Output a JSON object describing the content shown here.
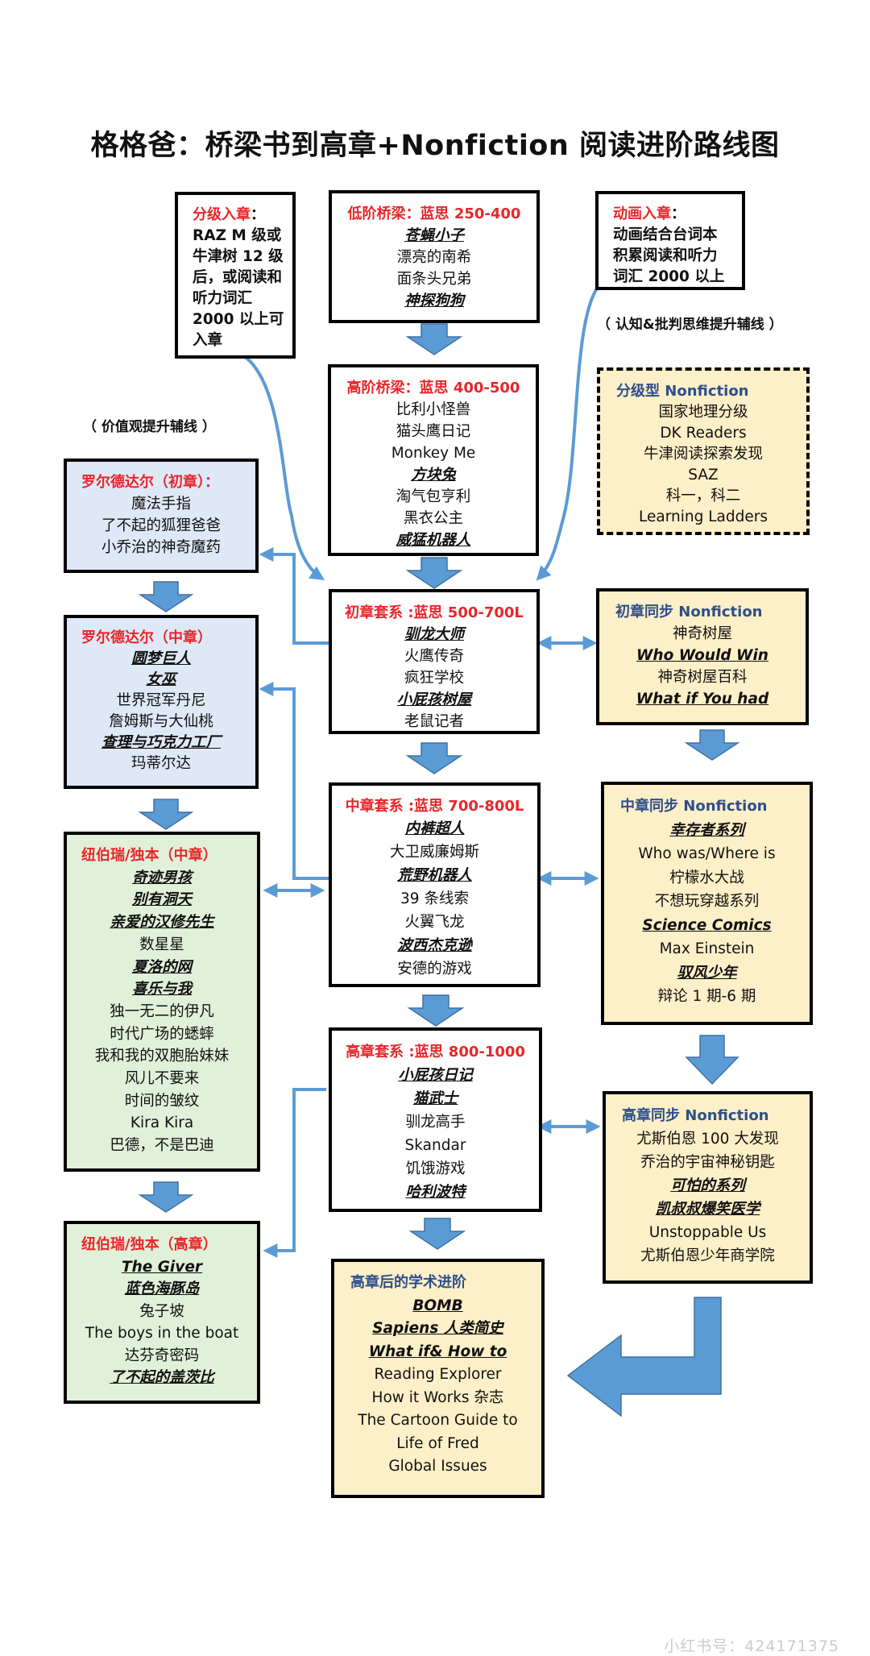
{
  "title": "格格爸：桥梁书到高章+Nonfiction 阅读进阶路线图",
  "side_notes": {
    "values_line": "（ 价值观提升辅线 ）",
    "thinking_line": "（ 认知&批判思维提升辅线 ）"
  },
  "boxes": {
    "graded_entry": {
      "head": "分级入章",
      "head_rest": "：",
      "items": [
        "RAZ M 级或",
        "牛津树 12 级",
        "后，或阅读和",
        "听力词汇",
        "2000 以上可",
        "入章"
      ]
    },
    "low_bridge": {
      "head": "低阶桥梁：蓝思 250-400",
      "items": [
        {
          "text": "苍蝇小子",
          "em": true
        },
        {
          "text": "漂亮的南希",
          "em": false
        },
        {
          "text": "面条头兄弟",
          "em": false
        },
        {
          "text": "神探狗狗",
          "em": true
        }
      ]
    },
    "anim_entry": {
      "head": "动画入章",
      "head_rest": "：",
      "items": [
        "动画结合台词本",
        "积累阅读和听力",
        "词汇 2000 以上"
      ]
    },
    "high_bridge": {
      "head": "高阶桥梁：蓝思 400-500",
      "items": [
        {
          "text": "比利小怪兽",
          "em": false
        },
        {
          "text": "猫头鹰日记",
          "em": false
        },
        {
          "text": "Monkey Me",
          "em": false
        },
        {
          "text": "方块兔",
          "em": true
        },
        {
          "text": "淘气包亨利",
          "em": false
        },
        {
          "text": "黑衣公主",
          "em": false
        },
        {
          "text": "威猛机器人",
          "em": true
        }
      ]
    },
    "graded_nf": {
      "head": "分级型",
      "head_nf": "Nonfiction",
      "items": [
        {
          "text": "国家地理分级",
          "em": false
        },
        {
          "text": "DK Readers",
          "em": false
        },
        {
          "text": "牛津阅读探索发现",
          "em": false
        },
        {
          "text": "SAZ",
          "em": false
        },
        {
          "text": "科一，科二",
          "em": false
        },
        {
          "text": "Learning Ladders",
          "em": false
        }
      ]
    },
    "dahl_early": {
      "head": "罗尔德达尔（初章）：",
      "items": [
        {
          "text": "魔法手指",
          "em": false
        },
        {
          "text": "了不起的狐狸爸爸",
          "em": false
        },
        {
          "text": "小乔治的神奇魔药",
          "em": false
        }
      ]
    },
    "early_chapter": {
      "head": "初章套系 :蓝思 500-700L",
      "items": [
        {
          "text": "驯龙大师",
          "em": true
        },
        {
          "text": "火鹰传奇",
          "em": false
        },
        {
          "text": "疯狂学校",
          "em": false
        },
        {
          "text": "小屁孩树屋",
          "em": true
        },
        {
          "text": "老鼠记者",
          "em": false
        }
      ]
    },
    "early_nf": {
      "head": "初章同步",
      "head_nf": "Nonfiction",
      "items": [
        {
          "text": "神奇树屋",
          "em": false
        },
        {
          "text": "Who Would Win",
          "em": true
        },
        {
          "text": "神奇树屋百科",
          "em": false
        },
        {
          "text": "What if You had",
          "em": true
        }
      ]
    },
    "dahl_mid": {
      "head": "罗尔德达尔（中章）",
      "items": [
        {
          "text": "圆梦巨人",
          "em": true
        },
        {
          "text": "女巫",
          "em": true
        },
        {
          "text": "世界冠军丹尼",
          "em": false
        },
        {
          "text": "詹姆斯与大仙桃",
          "em": false
        },
        {
          "text": "查理与巧克力工厂",
          "em": true
        },
        {
          "text": "玛蒂尔达",
          "em": false
        }
      ]
    },
    "mid_chapter": {
      "head": "中章套系 :蓝思 700-800L",
      "items": [
        {
          "text": "内裤超人",
          "em": true
        },
        {
          "text": "大卫威廉姆斯",
          "em": false
        },
        {
          "text": "荒野机器人",
          "em": true
        },
        {
          "text": "39 条线索",
          "em": false
        },
        {
          "text": "火翼飞龙",
          "em": false
        },
        {
          "text": "波西杰克逊",
          "em": true
        },
        {
          "text": "安德的游戏",
          "em": false
        }
      ]
    },
    "mid_nf": {
      "head": "中章同步",
      "head_nf": "Nonfiction",
      "items": [
        {
          "text": "幸存者系列",
          "em": true
        },
        {
          "text": "Who was/Where is",
          "em": false
        },
        {
          "text": "柠檬水大战",
          "em": false
        },
        {
          "text": "不想玩穿越系列",
          "em": false
        },
        {
          "text": "Science Comics",
          "em": true
        },
        {
          "text": "Max Einstein",
          "em": false
        },
        {
          "text": "驭风少年",
          "em": true
        },
        {
          "text": "辩论 1 期-6 期",
          "em": false
        }
      ]
    },
    "newbery_mid": {
      "head": "纽伯瑞/独本（中章）",
      "items": [
        {
          "text": "奇迹男孩",
          "em": true
        },
        {
          "text": "别有洞天",
          "em": true
        },
        {
          "text": "亲爱的汉修先生",
          "em": true
        },
        {
          "text": "数星星",
          "em": false
        },
        {
          "text": "夏洛的网",
          "em": true
        },
        {
          "text": "喜乐与我",
          "em": true
        },
        {
          "text": "独一无二的伊凡",
          "em": false
        },
        {
          "text": "时代广场的蟋蟀",
          "em": false
        },
        {
          "text": "我和我的双胞胎妹妹",
          "em": false
        },
        {
          "text": "风儿不要来",
          "em": false
        },
        {
          "text": "时间的皱纹",
          "em": false
        },
        {
          "text": "Kira Kira",
          "em": false
        },
        {
          "text": "巴德，不是巴迪",
          "em": false
        }
      ]
    },
    "high_chapter": {
      "head": "高章套系 :蓝思 800-1000",
      "items": [
        {
          "text": "小屁孩日记",
          "em": true
        },
        {
          "text": "猫武士",
          "em": true
        },
        {
          "text": "驯龙高手",
          "em": false
        },
        {
          "text": "Skandar",
          "em": false
        },
        {
          "text": "饥饿游戏",
          "em": false
        },
        {
          "text": "哈利波特",
          "em": true
        }
      ]
    },
    "high_nf": {
      "head": "高章同步",
      "head_nf": "Nonfiction",
      "items": [
        {
          "text": "尤斯伯恩 100 大发现",
          "em": false
        },
        {
          "text": "乔治的宇宙神秘钥匙",
          "em": false
        },
        {
          "text": "可怕的系列",
          "em": true
        },
        {
          "text": "凯叔叔爆笑医学",
          "em": true
        },
        {
          "text": "Unstoppable Us",
          "em": false
        },
        {
          "text": "尤斯伯恩少年商学院",
          "em": false
        }
      ]
    },
    "newbery_high": {
      "head": "纽伯瑞/独本（高章）",
      "items": [
        {
          "text": "The Giver",
          "em": true
        },
        {
          "text": "蓝色海豚岛",
          "em": true
        },
        {
          "text": "兔子坡",
          "em": false
        },
        {
          "text": "The boys in the boat",
          "em": false
        },
        {
          "text": "达芬奇密码",
          "em": false
        },
        {
          "text": "了不起的盖茨比",
          "em": true
        }
      ]
    },
    "academic": {
      "head": "高章后的学术进阶",
      "items": [
        {
          "text": "BOMB",
          "em": true
        },
        {
          "text": "Sapiens 人类简史",
          "em": true
        },
        {
          "text": "What if& How to",
          "em": true
        },
        {
          "text": "Reading Explorer",
          "em": false
        },
        {
          "text": "How it Works 杂志",
          "em": false
        },
        {
          "text": "The Cartoon Guide to",
          "em": false
        },
        {
          "text": "Life of Fred",
          "em": false
        },
        {
          "text": "Global Issues",
          "em": false
        }
      ]
    }
  },
  "colors": {
    "red": "#e8262a",
    "navy": "#2e4f8c",
    "arrow": "#5b9bd5",
    "blue_bg": "#dfe8f6",
    "green_bg": "#e1f0d9",
    "yellow_bg": "#fdefc7"
  },
  "watermark": "小红书号：424171375"
}
